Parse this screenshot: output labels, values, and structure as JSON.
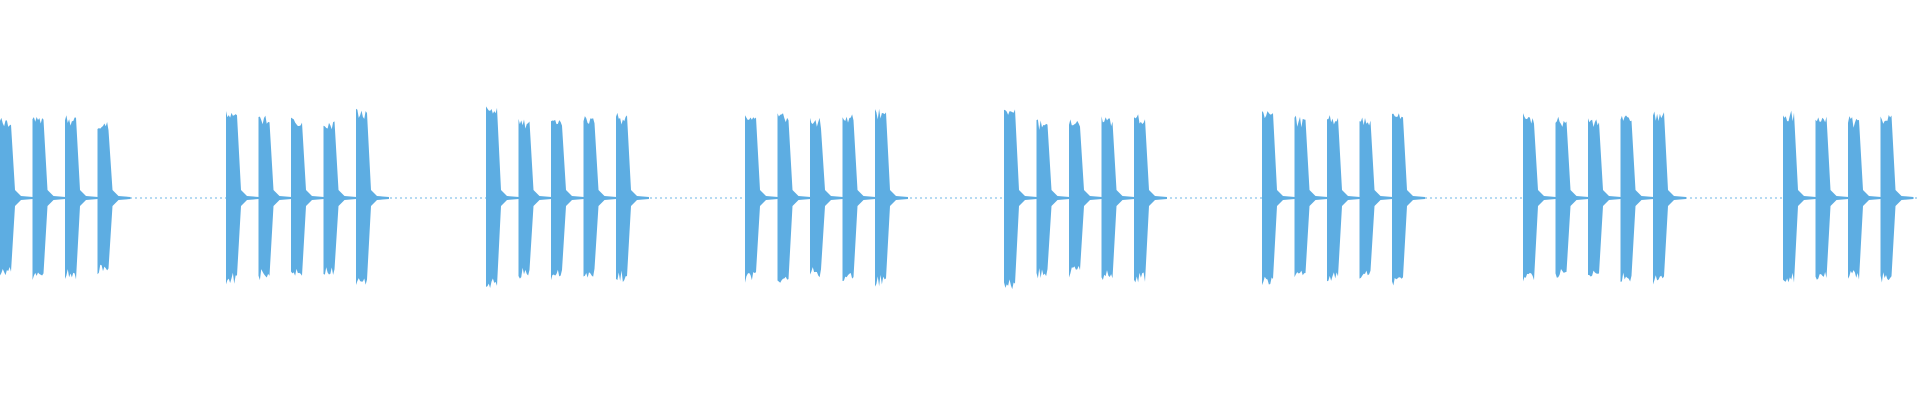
{
  "waveform": {
    "color": "#5DADE2",
    "background": "#FFFFFF",
    "description_free": true,
    "groups": [
      {
        "bursts": [
          0.55,
          0.56,
          0.57,
          0.52
        ]
      },
      {
        "bursts": [
          0.6,
          0.57,
          0.55,
          0.54,
          0.62
        ]
      },
      {
        "bursts": [
          0.64,
          0.55,
          0.56,
          0.57,
          0.58
        ]
      },
      {
        "bursts": [
          0.58,
          0.6,
          0.55,
          0.57,
          0.62
        ]
      },
      {
        "bursts": [
          0.63,
          0.55,
          0.54,
          0.56,
          0.59
        ]
      },
      {
        "bursts": [
          0.62,
          0.56,
          0.58,
          0.56,
          0.6
        ]
      },
      {
        "bursts": [
          0.58,
          0.56,
          0.55,
          0.58,
          0.59
        ]
      },
      {
        "bursts": [
          0.6,
          0.57,
          0.56,
          0.58
        ]
      }
    ]
  }
}
